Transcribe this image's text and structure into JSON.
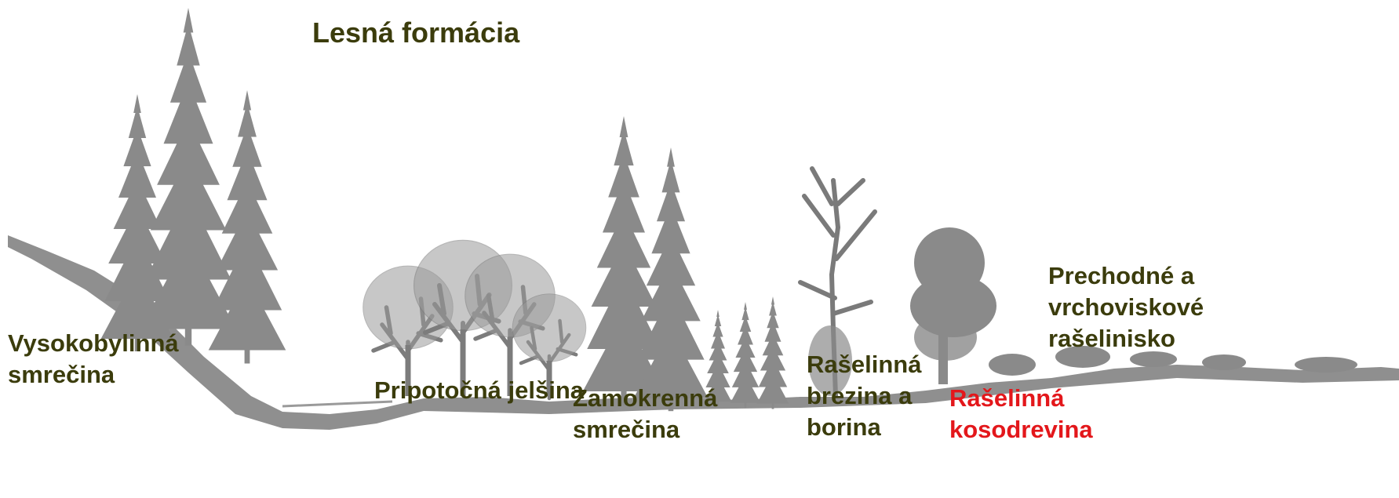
{
  "title": "Lesná formácia",
  "colors": {
    "label_text": "#3b3c0c",
    "highlight_text": "#e3171b",
    "vegetation": "#8a8a8a",
    "background": "#ffffff"
  },
  "zones": [
    {
      "id": "vysokobylinna",
      "lines": [
        "Vysokobylinná",
        "smrečina"
      ],
      "highlight": false
    },
    {
      "id": "pripotocna",
      "lines": [
        "Pripotočná jelšina"
      ],
      "highlight": false
    },
    {
      "id": "zamokrenna",
      "lines": [
        "Zamokrenná",
        "smrečina"
      ],
      "highlight": false
    },
    {
      "id": "raselinna-brezina",
      "lines": [
        "Rašelinná",
        "brezina a",
        "borina"
      ],
      "highlight": false
    },
    {
      "id": "raselinna-kosodrevina",
      "lines": [
        "Rašelinná",
        "kosodrevina"
      ],
      "highlight": true
    },
    {
      "id": "prechodne",
      "lines": [
        "Prechodné a",
        "vrchoviskové",
        "rašelinisko"
      ],
      "highlight": false
    }
  ]
}
